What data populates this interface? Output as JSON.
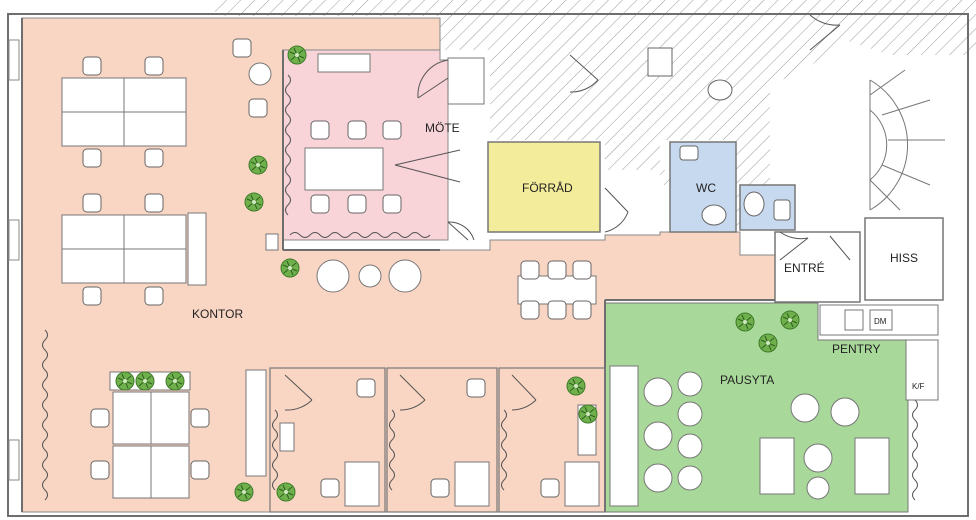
{
  "rooms": {
    "kontor": "KONTOR",
    "mote": "MÖTE",
    "forrad": "FÖRRÅD",
    "wc": "WC",
    "entre": "ENTRÉ",
    "hiss": "HISS",
    "pentry": "PENTRY",
    "pausyta": "PAUSYTA"
  },
  "appliances": {
    "dm": "DM",
    "kf": "K/F"
  },
  "colors": {
    "office": "#f9d6c4",
    "meeting": "#f8d3d8",
    "storage": "#f3ec9b",
    "wc": "#c7d9ee",
    "pause": "#a9d99a",
    "plant": "#6fb04d",
    "wall": "#7a7a7a",
    "hatch": "#9a9a9a",
    "wave": "#555555"
  }
}
